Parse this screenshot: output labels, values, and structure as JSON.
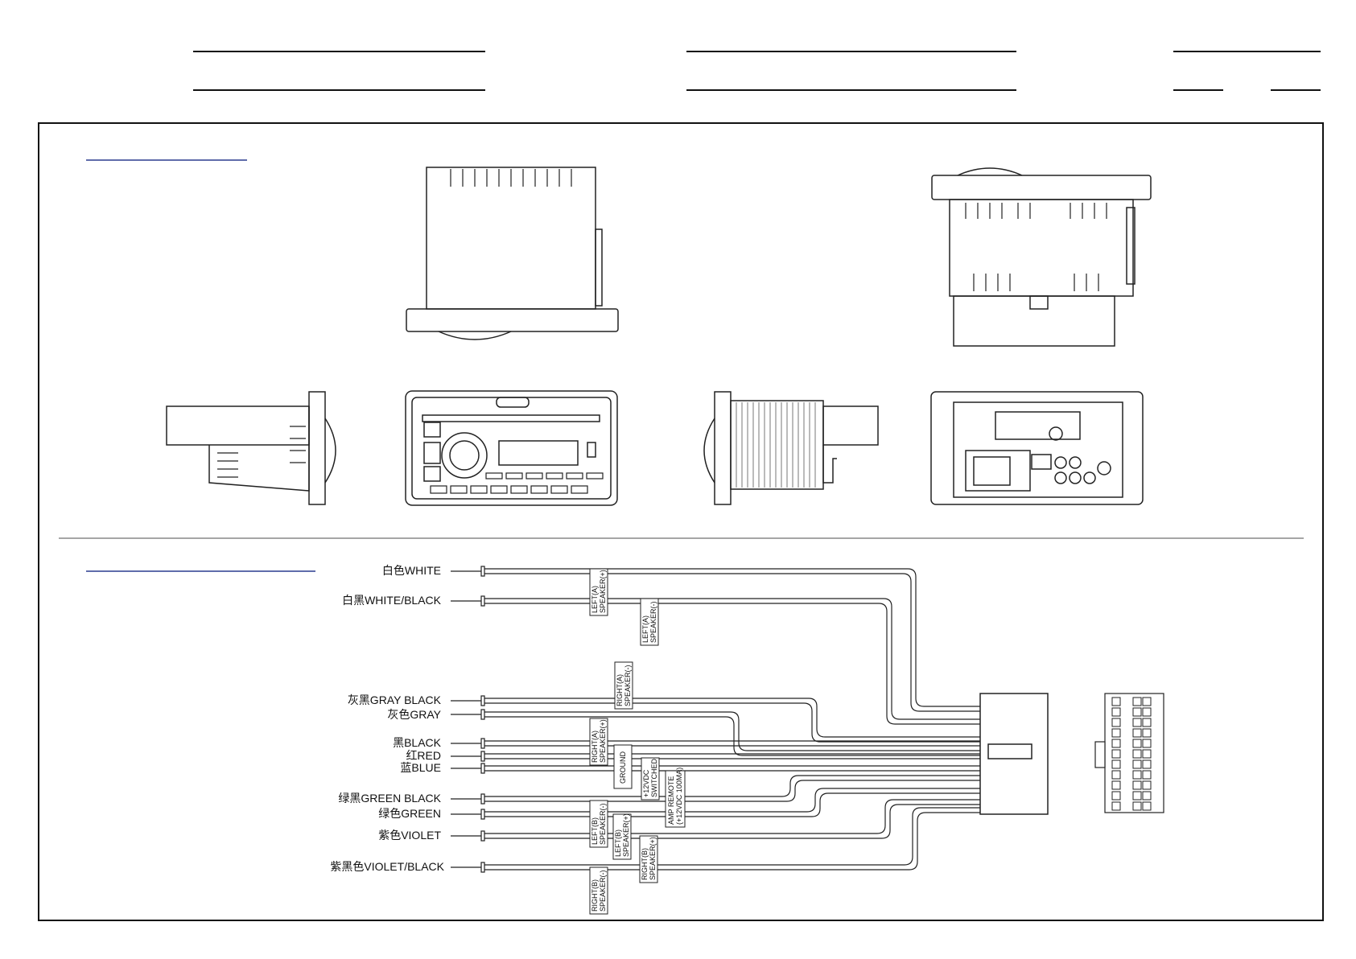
{
  "wiring": {
    "wires": [
      {
        "label": "白色WHITE"
      },
      {
        "label": "白黑WHITE/BLACK"
      },
      {
        "label": "灰黑GRAY BLACK"
      },
      {
        "label": "灰色GRAY"
      },
      {
        "label": "黑BLACK"
      },
      {
        "label": "红RED"
      },
      {
        "label": "蓝BLUE"
      },
      {
        "label": "绿黑GREEN BLACK"
      },
      {
        "label": "绿色GREEN"
      },
      {
        "label": "紫色VIOLET"
      },
      {
        "label": "紫黑色VIOLET/BLACK"
      }
    ],
    "tags": [
      {
        "line1": "LEFT(A)",
        "line2": "SPEAKER(+)"
      },
      {
        "line1": "LEFT(A)",
        "line2": "SPEAKER(-)"
      },
      {
        "line1": "RIGHT(A)",
        "line2": "SPEAKER(-)"
      },
      {
        "line1": "RIGHT(A)",
        "line2": "SPEAKER(+)"
      },
      {
        "line1": "GROUND",
        "line2": ""
      },
      {
        "line1": "+12VDC",
        "line2": "SWITCHED"
      },
      {
        "line1": "AMP REMOTE",
        "line2": "(+12VDC 100MA)"
      },
      {
        "line1": "LEFT(B)",
        "line2": "SPEAKER(-)"
      },
      {
        "line1": "LEFT(B)",
        "line2": "SPEAKER(+)"
      },
      {
        "line1": "RIGHT(B)",
        "line2": "SPEAKER(+)"
      },
      {
        "line1": "RIGHT(B)",
        "line2": "SPEAKER(-)"
      }
    ]
  }
}
